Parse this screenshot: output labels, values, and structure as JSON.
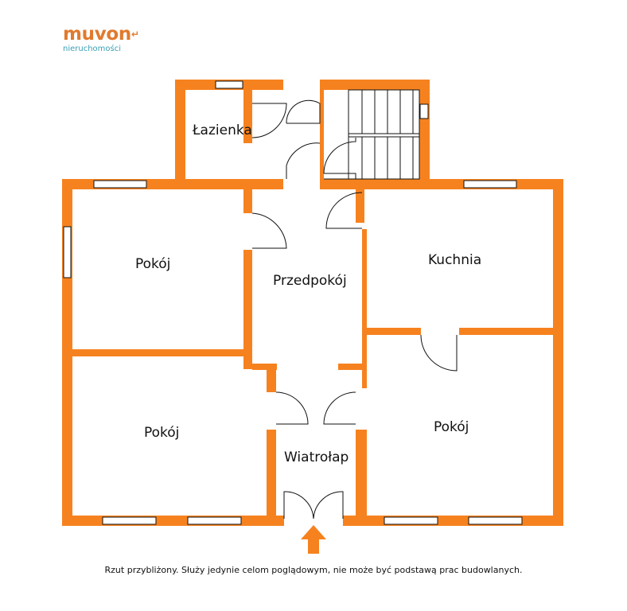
{
  "logo": {
    "brand": "muvon",
    "accent_glyph": "↵",
    "tagline": "nieruchomości"
  },
  "rooms": {
    "lazienka": "Łazienka",
    "pokoj_top_left": "Pokój",
    "przedpokoj": "Przedpokój",
    "kuchnia": "Kuchnia",
    "pokoj_bottom_left": "Pokój",
    "wiatrolap": "Wiatrołap",
    "pokoj_bottom_right": "Pokój"
  },
  "disclaimer": "Rzut przybliżony. Służy jedynie celom poglądowym, nie może być podstawą prac budowlanych.",
  "colors": {
    "wall": "#f6821f",
    "brand": "#e07a2e",
    "tagline": "#3a9fb5"
  },
  "icons": {
    "entrance": "arrow-up-icon"
  }
}
